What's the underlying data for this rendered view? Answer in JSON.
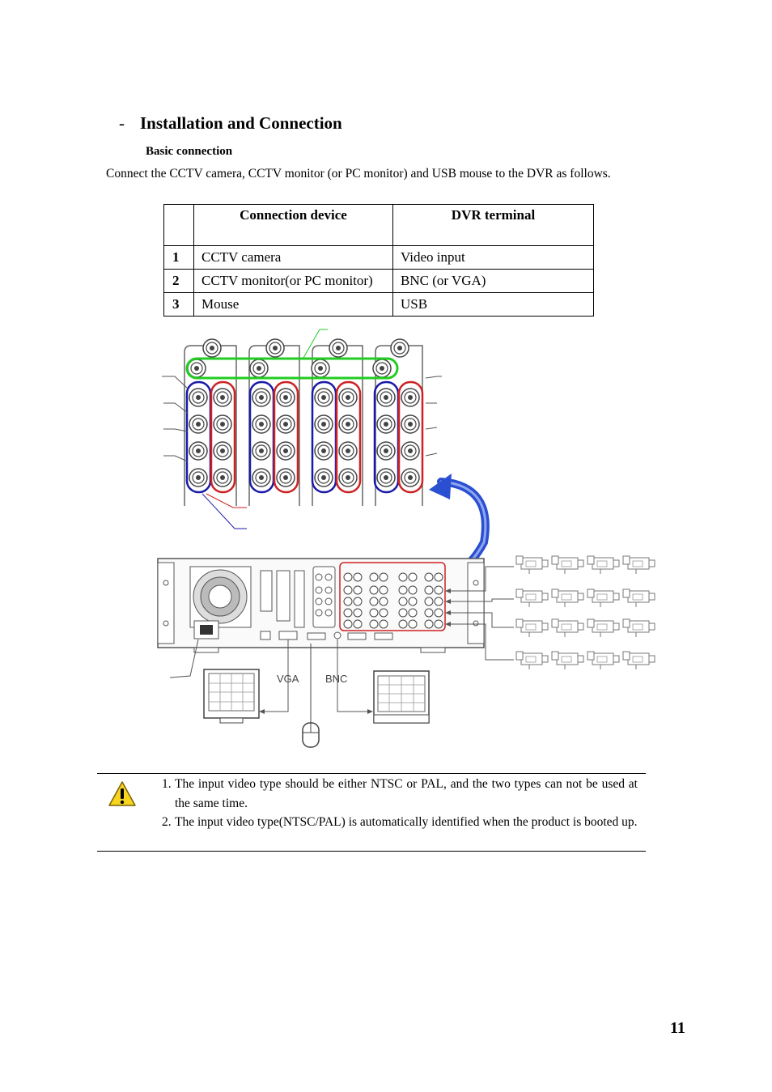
{
  "section": {
    "dash": "-",
    "title": "Installation and Connection"
  },
  "subheading": "Basic connection",
  "intro": "Connect the CCTV camera, CCTV monitor (or PC monitor) and USB mouse to the DVR as follows.",
  "table": {
    "headers": [
      "",
      "Connection device",
      "DVR terminal"
    ],
    "rows": [
      {
        "num": "1",
        "device": "CCTV camera",
        "terminal": "Video input"
      },
      {
        "num": "2",
        "device": "CCTV monitor(or PC monitor)",
        "terminal": "BNC (or VGA)"
      },
      {
        "num": "3",
        "device": "Mouse",
        "terminal": "USB"
      }
    ]
  },
  "diagram": {
    "labels": {
      "vga": "VGA",
      "bnc": "BNC"
    },
    "colors": {
      "green": "#22cc22",
      "blue": "#1a1aa8",
      "red": "#cc2222",
      "arrow": "#2b4fd1"
    },
    "icons": [
      "bnc-connector-icon",
      "dvr-rear-panel",
      "camera-icon",
      "monitor-icon",
      "mouse-icon"
    ]
  },
  "note": {
    "icon": "warning-icon",
    "items": [
      {
        "num": "1.",
        "text": "The input video type should be either NTSC or PAL, and the two types can not be used at the same time."
      },
      {
        "num": "2.",
        "text": "The input video type(NTSC/PAL) is automatically identified when the product is booted up."
      }
    ]
  },
  "page_number": "11"
}
